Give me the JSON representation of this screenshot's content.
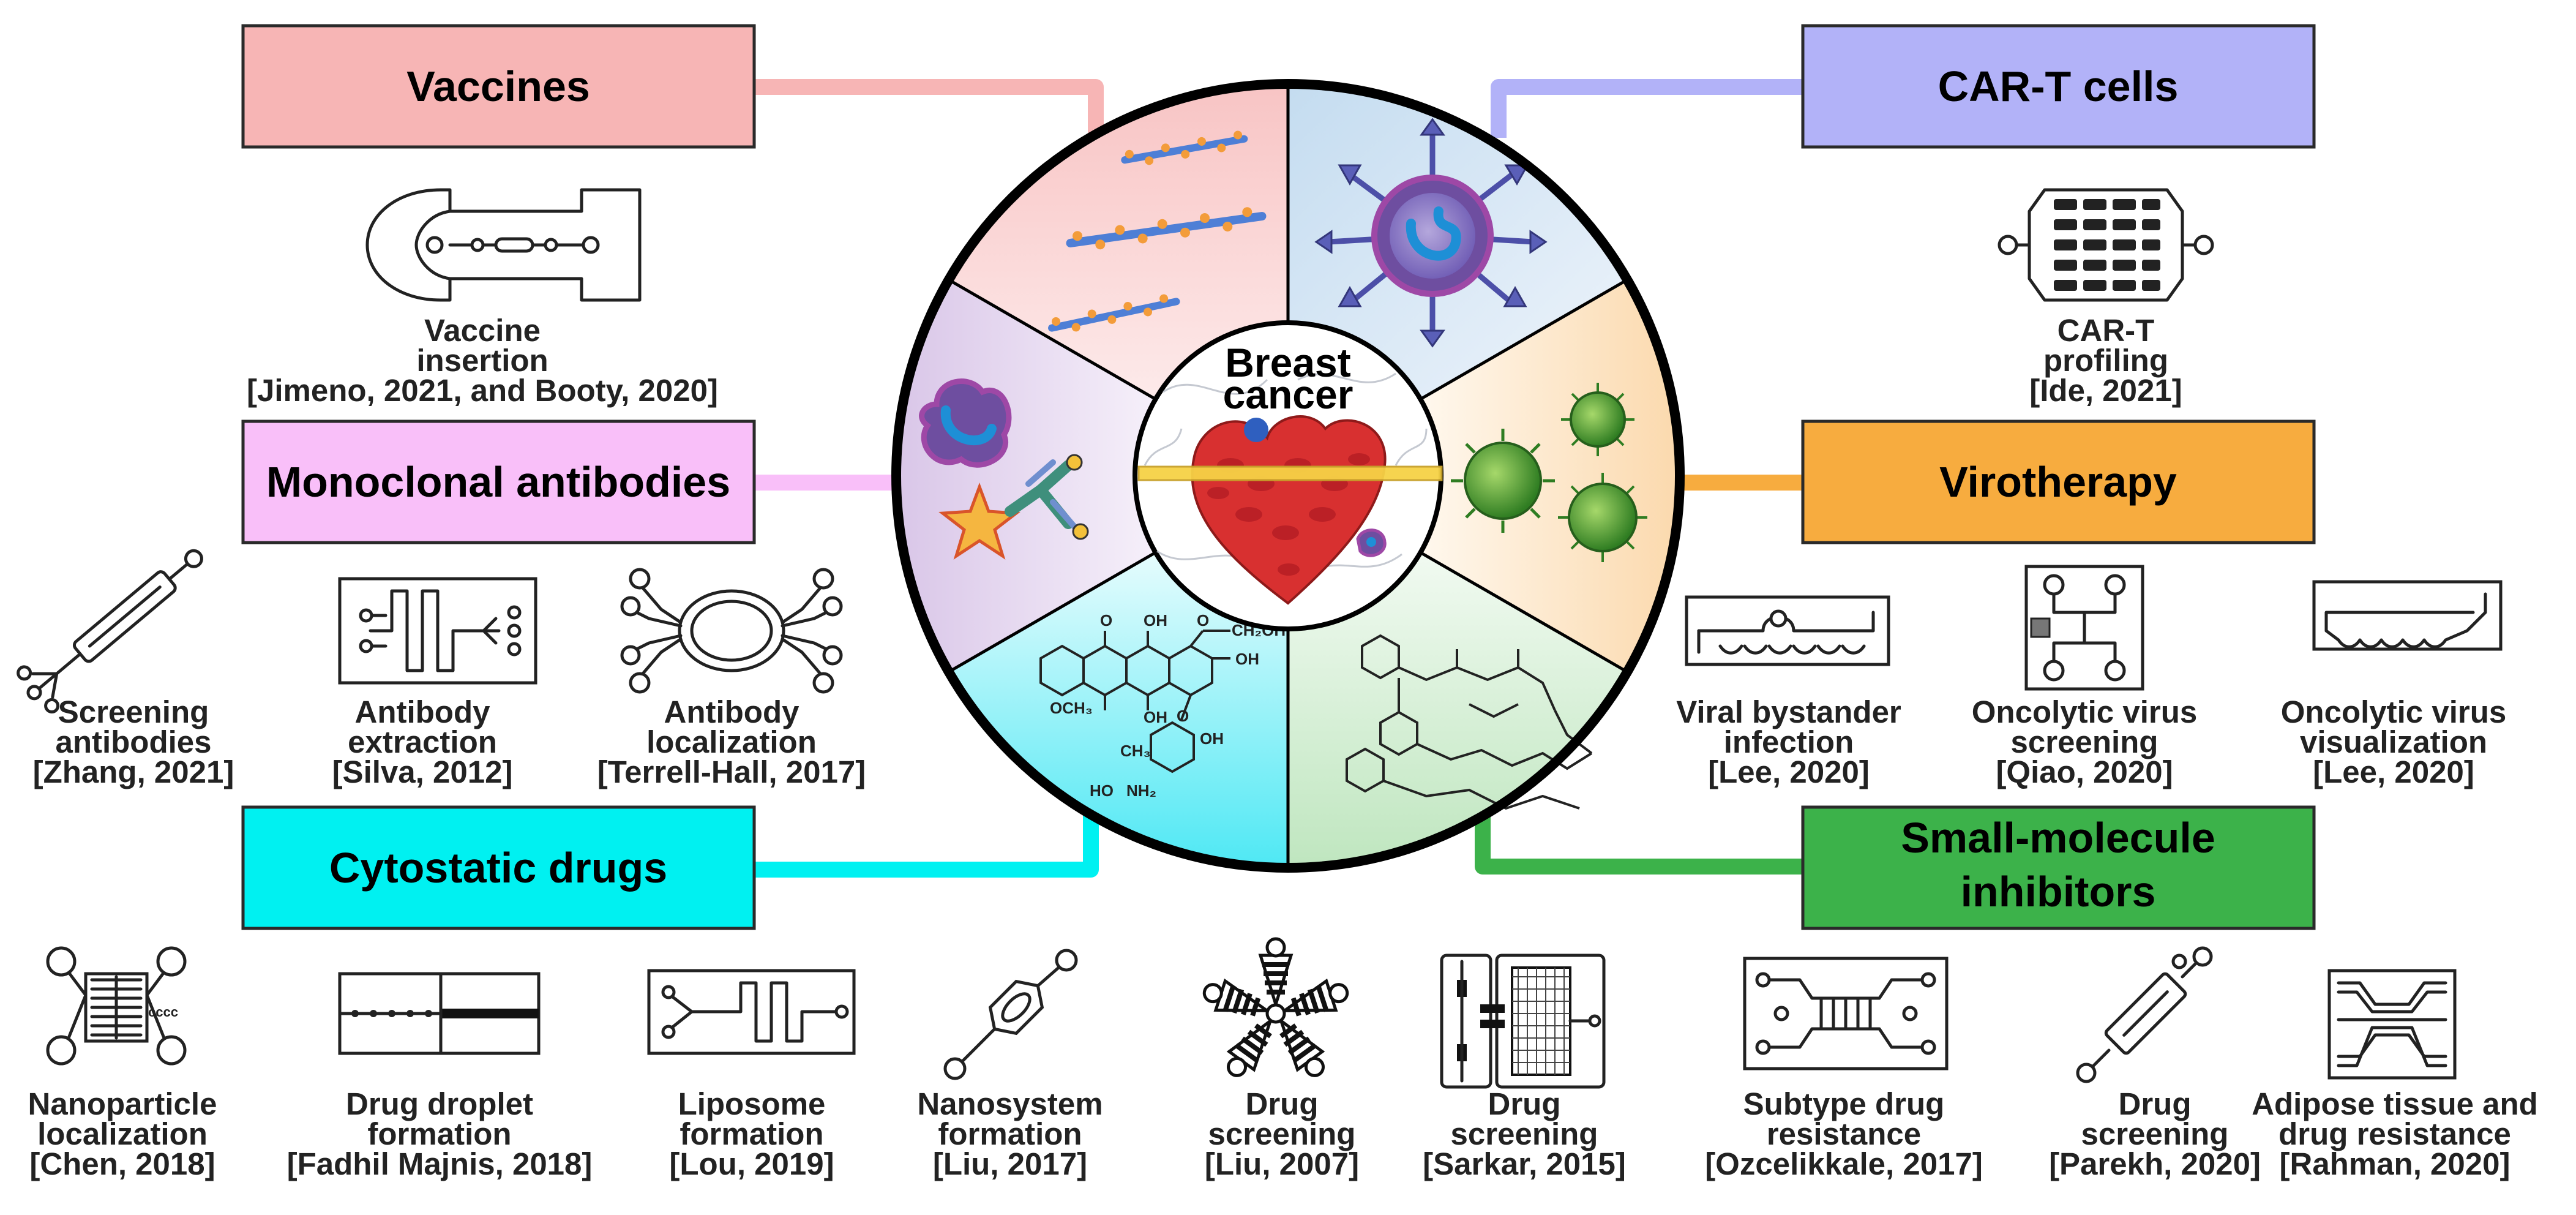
{
  "colors": {
    "vaccines": "#f7b5b5",
    "car_t": "#b2b2f8",
    "monoclonal": "#f9bff9",
    "virotherapy": "#f7ac3f",
    "cytostatic": "#00f1f1",
    "small_molecule": "#3cb24a",
    "wheel_outline": "#000000"
  },
  "center": {
    "line1": "Breast",
    "line2": "cancer"
  },
  "categories": {
    "vaccines": "Vaccines",
    "car_t": "CAR-T cells",
    "monoclonal": "Monoclonal antibodies",
    "virotherapy": "Virotherapy",
    "cytostatic": "Cytostatic drugs",
    "small_molecule": {
      "line1": "Small-molecule",
      "line2": "inhibitors"
    }
  },
  "chem_labels": [
    "OH",
    "OH",
    "OH",
    "O",
    "CH₂OH",
    "OCH₃",
    "O",
    "OH",
    "CH₃",
    "NH₂",
    "HO",
    "O"
  ],
  "captions": {
    "vaccine_insertion": [
      "Vaccine",
      "insertion",
      "[Jimeno, 2021, and Booty, 2020]"
    ],
    "car_t_profiling": [
      "CAR-T",
      "profiling",
      "[Ide, 2021]"
    ],
    "screening_antibodies": [
      "Screening",
      "antibodies",
      "[Zhang, 2021]"
    ],
    "antibody_extraction": [
      "Antibody",
      "extraction",
      "[Silva, 2012]"
    ],
    "antibody_localization": [
      "Antibody",
      "localization",
      "[Terrell-Hall, 2017]"
    ],
    "viral_bystander": [
      "Viral bystander",
      "infection",
      "[Lee, 2020]"
    ],
    "oncolytic_screening": [
      "Oncolytic virus",
      "screening",
      "[Qiao, 2020]"
    ],
    "oncolytic_visualization": [
      "Oncolytic virus",
      "visualization",
      "[Lee, 2020]"
    ],
    "nanoparticle": [
      "Nanoparticle",
      "localization",
      "[Chen, 2018]"
    ],
    "drug_droplet": [
      "Drug droplet",
      "formation",
      "[Fadhil Majnis, 2018]"
    ],
    "liposome": [
      "Liposome",
      "formation",
      "[Lou, 2019]"
    ],
    "nanosystem": [
      "Nanosystem",
      "formation",
      "[Liu, 2017]"
    ],
    "drug_screening_liu": [
      "Drug",
      "screening",
      "[Liu, 2007]"
    ],
    "drug_screening_sarkar": [
      "Drug",
      "screening",
      "[Sarkar, 2015]"
    ],
    "subtype_resistance": [
      "Subtype drug",
      "resistance",
      "[Ozcelikkale, 2017]"
    ],
    "drug_screening_parekh": [
      "Drug",
      "screening",
      "[Parekh, 2020]"
    ],
    "adipose": [
      "Adipose tissue and",
      "drug resistance",
      "[Rahman, 2020]"
    ]
  }
}
